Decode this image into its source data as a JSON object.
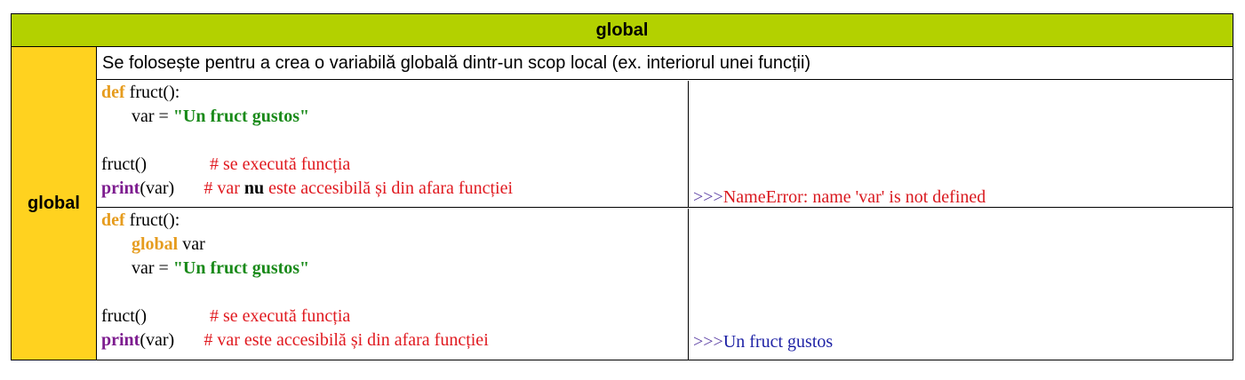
{
  "header": {
    "title": "global"
  },
  "side": {
    "label": "global"
  },
  "description": "Se folosește pentru a crea o variabilă globală dintr-un scop local (ex. interiorul unei funcții)",
  "example1": {
    "def_kw": "def",
    "def_rest": " fruct():",
    "assign_lhs": "var = ",
    "assign_str": "\"Un fruct gustos\"",
    "call": "fruct()",
    "call_comment": "# se execută funcția",
    "print_kw": "print",
    "print_rest": "(var)",
    "print_comment_pre": "# var ",
    "print_comment_bold": "nu",
    "print_comment_post": " este accesibilă și din afara funcției",
    "output_prompt": ">>>",
    "output_text": "NameError: name 'var' is not defined"
  },
  "example2": {
    "def_kw": "def",
    "def_rest": " fruct():",
    "global_kw": "global",
    "global_rest": " var",
    "assign_lhs": "var = ",
    "assign_str": "\"Un fruct gustos\"",
    "call": "fruct()",
    "call_comment": "# se execută funcția",
    "print_kw": "print",
    "print_rest": "(var)",
    "print_comment": "# var este accesibilă și din afara funcției",
    "output_prompt": ">>>",
    "output_text": "Un fruct gustos"
  },
  "colors": {
    "header_bg": "#b3d100",
    "side_bg": "#ffd21f",
    "keyword": "#e69c1e",
    "print": "#7d1c8f",
    "string": "#1a8a1a",
    "comment": "#e0191f",
    "output_ok": "#1f23a6"
  }
}
